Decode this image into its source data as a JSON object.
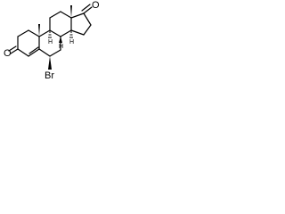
{
  "colors": {
    "bond": "#000000",
    "background": "#ffffff"
  },
  "labels": {
    "ketone_oxygen_ring_a": "O",
    "ketone_oxygen_ring_d": "O",
    "bromine": "Br",
    "h8": "H",
    "h9": "H",
    "h14": "H"
  }
}
